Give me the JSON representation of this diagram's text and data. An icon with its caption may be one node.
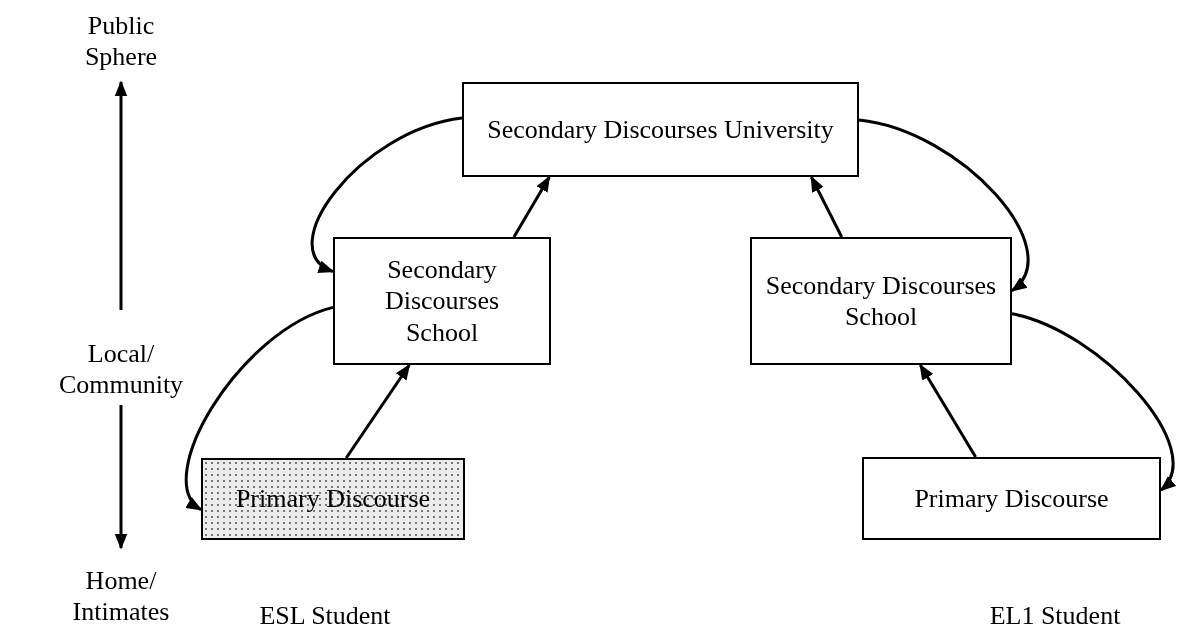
{
  "diagram": {
    "nodes": [
      {
        "text": [
          "Secondary Discourses University"
        ]
      },
      {
        "text": [
          "Secondary Discourses School"
        ]
      },
      {
        "text": [
          "Primary Discourse"
        ]
      },
      {
        "text": [
          "Secondary Discourses School"
        ]
      },
      {
        "text": [
          "Primary Discourse"
        ]
      }
    ],
    "edges": [
      {
        "from": 2,
        "to": 1,
        "arrow": "to"
      },
      {
        "from": 1,
        "to": 0,
        "arrow": "to"
      },
      {
        "from": 0,
        "to": 1,
        "arrow": "to"
      },
      {
        "from": 1,
        "to": 2,
        "arrow": "to"
      },
      {
        "from": 4,
        "to": 3,
        "arrow": "to"
      },
      {
        "from": 3,
        "to": 0,
        "arrow": "to"
      },
      {
        "from": 0,
        "to": 3,
        "arrow": "to"
      },
      {
        "from": 3,
        "to": 4,
        "arrow": "to"
      }
    ],
    "labels": [
      "Public Sphere",
      "Local/ Community",
      "Home/ Intimates",
      "ESL Student",
      "EL1 Student"
    ]
  }
}
